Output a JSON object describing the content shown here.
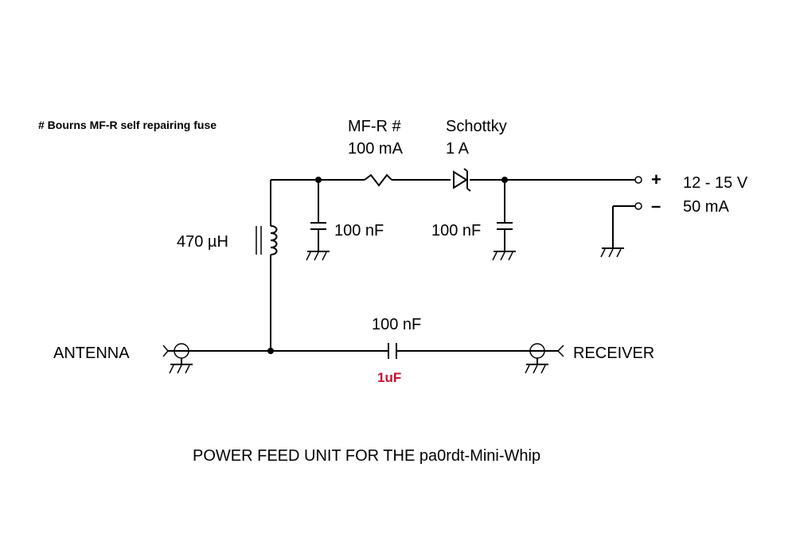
{
  "note": "# Bourns MF-R self repairing fuse",
  "fuse": {
    "line1": "MF-R #",
    "line2": "100 mA"
  },
  "diode": {
    "line1": "Schottky",
    "line2": "1 A"
  },
  "supply": {
    "plus": "+",
    "minus": "–",
    "voltage": "12 - 15 V",
    "current": "50 mA"
  },
  "inductor": {
    "value": "470 µH"
  },
  "cap_left": {
    "value": "100 nF"
  },
  "cap_right": {
    "value": "100 nF"
  },
  "cap_series": {
    "value": "100 nF",
    "correction": "1uF"
  },
  "antenna": {
    "label": "ANTENNA"
  },
  "receiver": {
    "label": "RECEIVER"
  },
  "title": "POWER FEED UNIT FOR THE pa0rdt-Mini-Whip",
  "colors": {
    "line": "#000000",
    "correction": "#c8102e",
    "background": "#ffffff"
  }
}
